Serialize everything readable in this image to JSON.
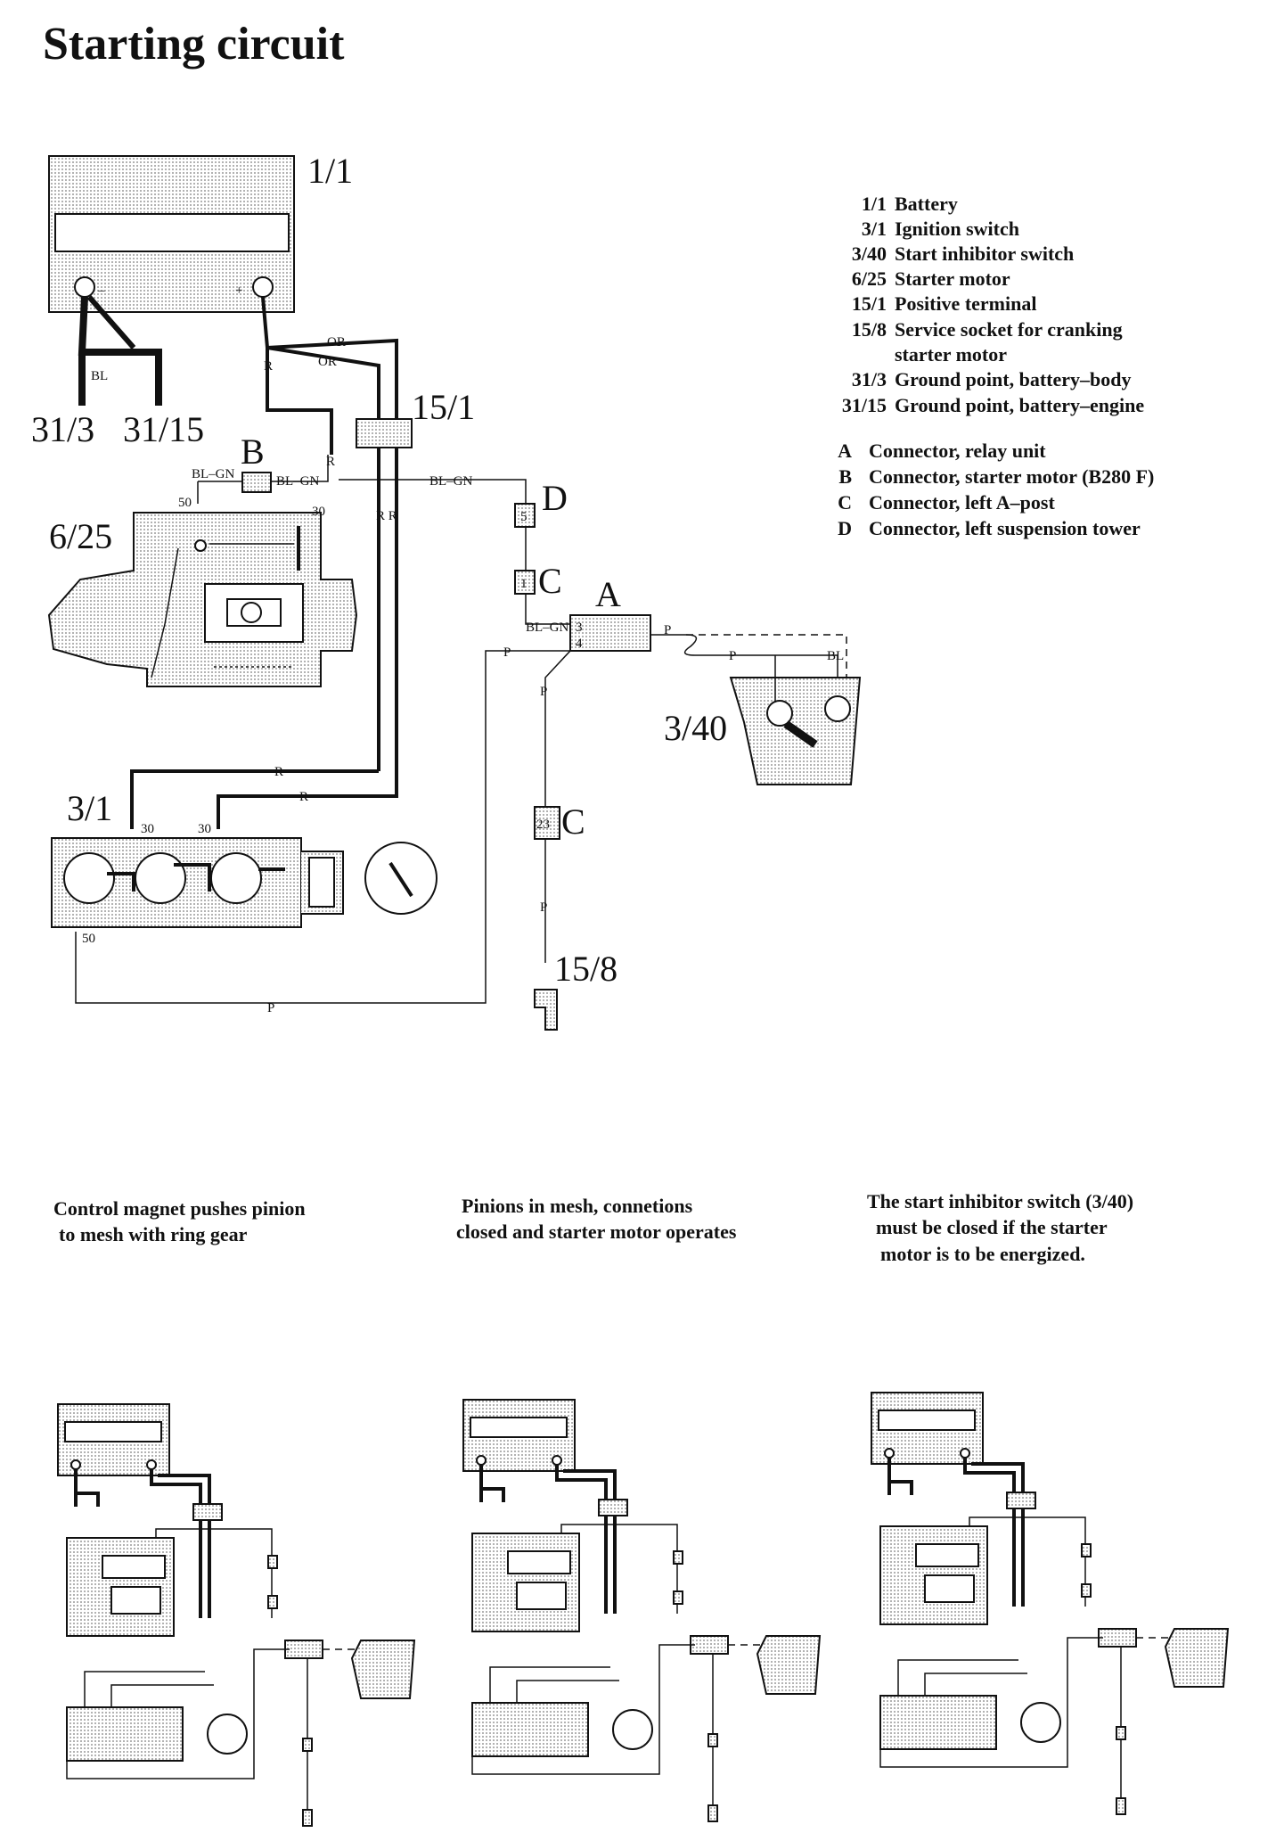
{
  "title": "Starting circuit",
  "components": {
    "battery": "1/1",
    "ground_body": "31/3",
    "ground_engine": "31/15",
    "positive_terminal": "15/1",
    "connector_b": "B",
    "starter_motor": "6/25",
    "connector_d": "D",
    "connector_d_pin": "5",
    "connector_c_upper": "C",
    "connector_c_upper_pin": "1",
    "connector_a": "A",
    "connector_a_pin3": "3",
    "connector_a_pin4": "4",
    "inhibitor_switch": "3/40",
    "ignition_switch": "3/1",
    "connector_c_lower": "C",
    "connector_c_lower_pin": "23",
    "service_socket": "15/8"
  },
  "wire_labels": {
    "bl": "BL",
    "or1": "OR",
    "or2": "OR",
    "r_batt": "R",
    "r_mid": "R",
    "bl_gn_b_left": "BL–GN",
    "bl_gn_b_right": "BL–GN",
    "bl_gn_d": "BL–GN",
    "r_r": "R R",
    "bl_gn_a": "BL–GN",
    "p_a": "P",
    "p_inh": "P",
    "bl_inh": "BL",
    "p_left": "P",
    "p_down1": "P",
    "p_down2": "P",
    "r_ign1": "R",
    "r_ign2": "R",
    "t30a": "30",
    "t30b": "30",
    "t50_ign": "50",
    "t50_starter": "50",
    "t30_starter": "30",
    "p_bottom": "P"
  },
  "legend": [
    {
      "code": "1/1",
      "text": "Battery"
    },
    {
      "code": "3/1",
      "text": "Ignition switch"
    },
    {
      "code": "3/40",
      "text": "Start inhibitor switch"
    },
    {
      "code": "6/25",
      "text": "Starter motor"
    },
    {
      "code": "15/1",
      "text": "Positive terminal"
    },
    {
      "code": "15/8",
      "text": "Service socket for cranking"
    },
    {
      "code": "",
      "text": "starter motor"
    },
    {
      "code": "31/3",
      "text": "Ground point, battery–body"
    },
    {
      "code": "31/15",
      "text": "Ground point, battery–engine"
    },
    {
      "code": "A",
      "text": "Connector, relay unit"
    },
    {
      "code": "B",
      "text": "Connector, starter motor (B280 F)"
    },
    {
      "code": "C",
      "text": "Connector, left A–post"
    },
    {
      "code": "D",
      "text": "Connector, left suspension tower"
    }
  ],
  "captions": [
    {
      "line1": "Control magnet pushes pinion",
      "line2": "to mesh with ring gear",
      "line3": ""
    },
    {
      "line1": "Pinions in mesh, connetions",
      "line2": "closed and starter motor operates",
      "line3": ""
    },
    {
      "line1": "The start inhibitor switch (3/40)",
      "line2": "must be closed if the starter",
      "line3": "motor is to be energized."
    }
  ],
  "colors": {
    "ink": "#111111",
    "stipple": "#cfcfcf",
    "paper": "#ffffff"
  }
}
